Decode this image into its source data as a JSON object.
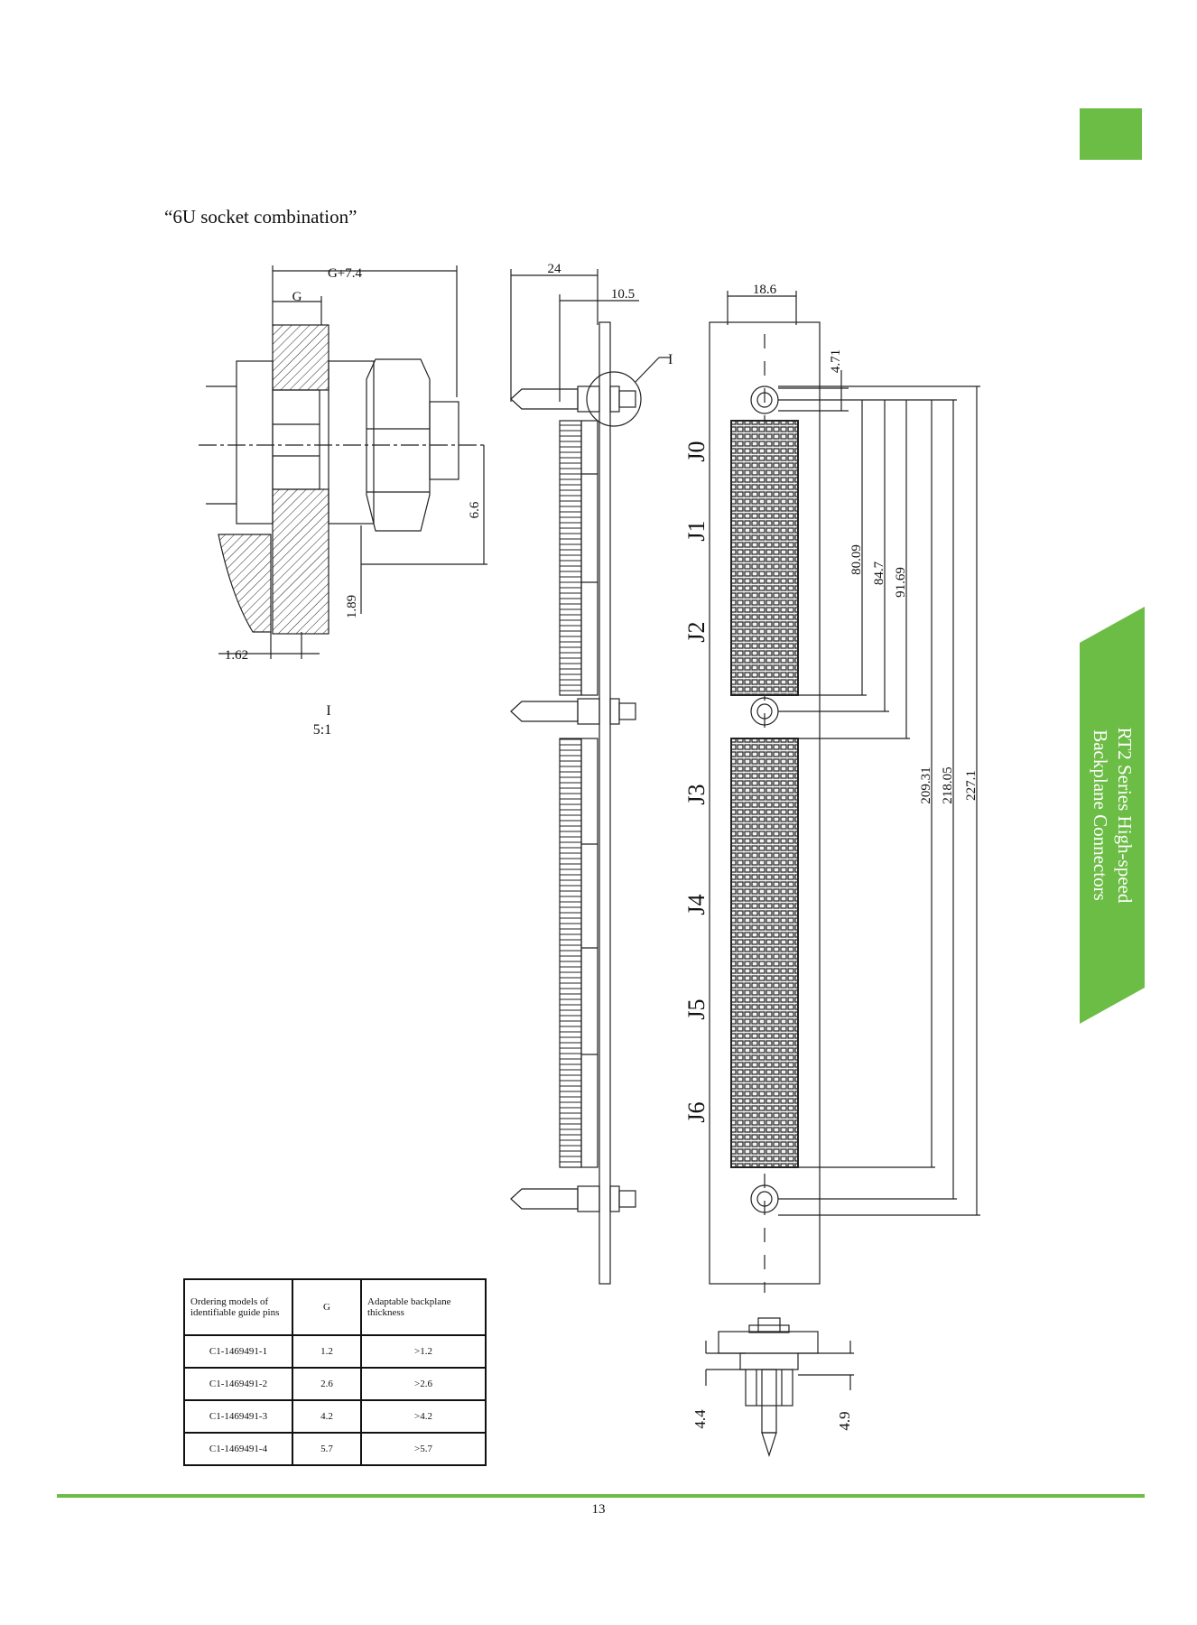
{
  "heading": "“6U socket combination”",
  "side_tab": {
    "line1": "RT2 Series High-speed",
    "line2": "Backplane Connectors"
  },
  "colors": {
    "accent": "#6cbd45"
  },
  "detail_view": {
    "dims": {
      "g_plus": "G+7.4",
      "g": "G",
      "d_66": "6.6",
      "d_189": "1.89",
      "d_162": "1.62"
    },
    "label": "I",
    "scale": "5:1"
  },
  "side_view": {
    "d_24": "24",
    "d_105": "10.5",
    "callout": "I"
  },
  "front_view": {
    "d_186": "18.6",
    "d_471": "4.71",
    "vertical_dims": [
      "80.09",
      "84.7",
      "91.69",
      "209.31",
      "218.05",
      "227.1"
    ],
    "slots": [
      "J0",
      "J1",
      "J2",
      "J3",
      "J4",
      "J5",
      "J6"
    ]
  },
  "bottom_view": {
    "left_dim": "4.4",
    "right_dim": "4.9"
  },
  "table": {
    "headers": [
      "Ordering models of identifiable guide pins",
      "G",
      "Adaptable backplane thickness"
    ],
    "rows": [
      [
        "C1-1469491-1",
        "1.2",
        ">1.2"
      ],
      [
        "C1-1469491-2",
        "2.6",
        ">2.6"
      ],
      [
        "C1-1469491-3",
        "4.2",
        ">4.2"
      ],
      [
        "C1-1469491-4",
        "5.7",
        ">5.7"
      ]
    ]
  },
  "page_number": "13"
}
